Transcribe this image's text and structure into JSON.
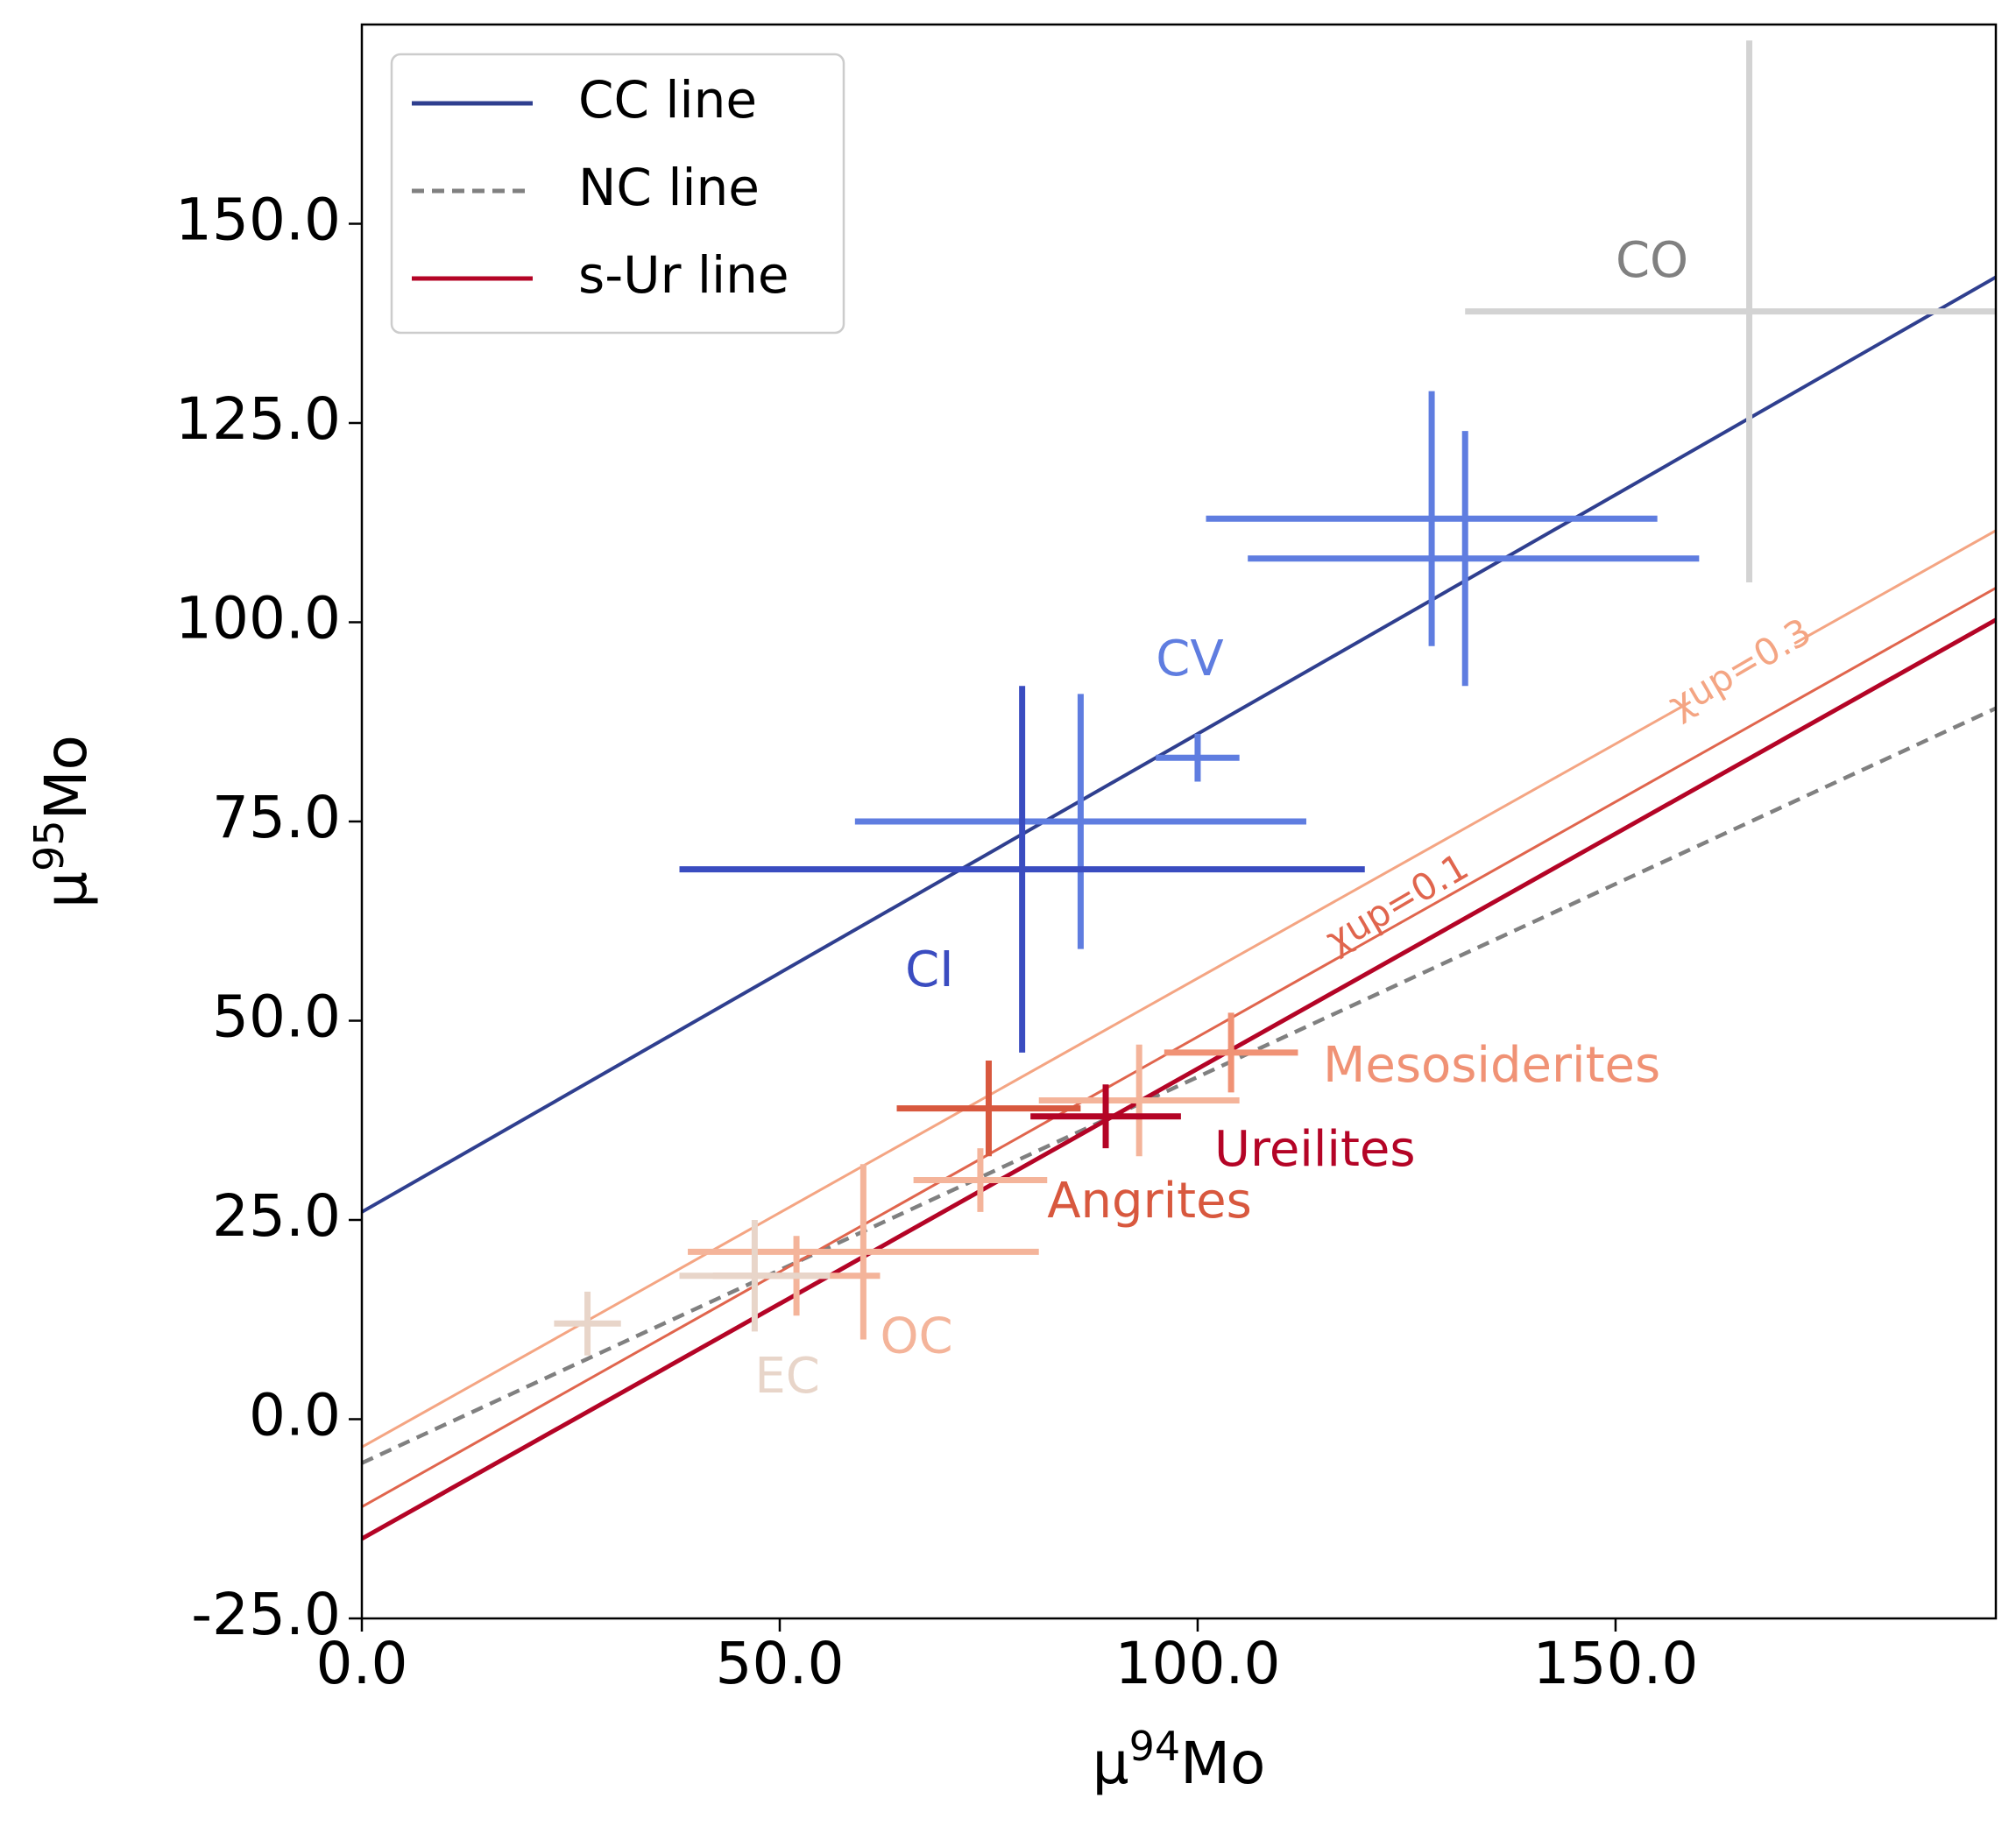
{
  "chart_data": {
    "type": "scatter",
    "title": "",
    "xlabel": {
      "base": "μ",
      "sup": "94",
      "tail": "Mo"
    },
    "ylabel": {
      "base": "μ",
      "sup": "95",
      "tail": "Mo"
    },
    "xlim": [
      0,
      195.5
    ],
    "ylim": [
      -25,
      175
    ],
    "xticks": [
      0,
      50,
      100,
      150
    ],
    "yticks": [
      -25,
      0,
      25,
      50,
      75,
      100,
      125,
      150
    ],
    "xtick_labels": [
      "0.0",
      "50.0",
      "100.0",
      "150.0"
    ],
    "ytick_labels": [
      "-25.0",
      "0.0",
      "25.0",
      "50.0",
      "75.0",
      "100.0",
      "125.0",
      "150.0"
    ],
    "grid": false,
    "legend": {
      "placement": "top-left",
      "entries": [
        {
          "label": "CC line",
          "color": "#2f3f8f",
          "dash": "solid"
        },
        {
          "label": "NC line",
          "color": "#808080",
          "dash": "dashed"
        },
        {
          "label": "s-Ur line",
          "color": "#b40426",
          "dash": "solid"
        }
      ]
    },
    "lines": [
      {
        "name": "CC line",
        "color": "#2f3f8f",
        "width": 4,
        "dash": "",
        "x": [
          0,
          195.5
        ],
        "y": [
          26,
          143.3
        ]
      },
      {
        "name": "NC line",
        "color": "#808080",
        "width": 4.5,
        "dash": "14,9",
        "x": [
          0,
          195.5
        ],
        "y": [
          -5.5,
          89.2
        ]
      },
      {
        "name": "s-Ur line",
        "color": "#b40426",
        "width": 5,
        "dash": "",
        "x": [
          0,
          195.5
        ],
        "y": [
          -15,
          100.3
        ]
      },
      {
        "name": "",
        "color": "#e0654d",
        "width": 3,
        "dash": "",
        "x": [
          0,
          195.5
        ],
        "y": [
          -11,
          104.3
        ]
      },
      {
        "name": "",
        "color": "#f4a583",
        "width": 3,
        "dash": "",
        "x": [
          0,
          195.5
        ],
        "y": [
          -3.5,
          111.5
        ]
      }
    ],
    "line_labels": [
      {
        "text": "χup=0.1",
        "x": 124,
        "y": 64.5,
        "color": "#e0654d",
        "angle_deg": -30.3
      },
      {
        "text": "χup=0.3",
        "x": 165,
        "y": 94,
        "color": "#f4a583",
        "angle_deg": -30.3
      }
    ],
    "points": [
      {
        "x": 166,
        "y": 139,
        "xerr": [
          34,
          29.5
        ],
        "yerr": [
          34,
          34
        ],
        "color": "#d3d3d3"
      },
      {
        "x": 128,
        "y": 113,
        "xerr": [
          27,
          27
        ],
        "yerr": [
          16,
          16
        ],
        "color": "#5f7de0"
      },
      {
        "x": 132,
        "y": 108,
        "xerr": [
          26,
          28
        ],
        "yerr": [
          16,
          16
        ],
        "color": "#5f7de0"
      },
      {
        "x": 100,
        "y": 83,
        "xerr": [
          5,
          5
        ],
        "yerr": [
          3,
          3
        ],
        "color": "#5f7de0"
      },
      {
        "x": 86,
        "y": 75,
        "xerr": [
          27,
          27
        ],
        "yerr": [
          16,
          16
        ],
        "color": "#5f7de0"
      },
      {
        "x": 79,
        "y": 69,
        "xerr": [
          41,
          41
        ],
        "yerr": [
          23,
          23
        ],
        "color": "#3a4cc0"
      },
      {
        "x": 104,
        "y": 46,
        "xerr": [
          8,
          8
        ],
        "yerr": [
          5,
          5
        ],
        "color": "#f09275"
      },
      {
        "x": 75,
        "y": 39,
        "xerr": [
          11,
          11
        ],
        "yerr": [
          6,
          6
        ],
        "color": "#d8583e"
      },
      {
        "x": 93,
        "y": 40,
        "xerr": [
          12,
          12
        ],
        "yerr": [
          7,
          7
        ],
        "color": "#f4b49a"
      },
      {
        "x": 89,
        "y": 38,
        "xerr": [
          9,
          9
        ],
        "yerr": [
          4,
          4
        ],
        "color": "#b40426"
      },
      {
        "x": 74,
        "y": 30,
        "xerr": [
          8,
          8
        ],
        "yerr": [
          4,
          4
        ],
        "color": "#f4b49a"
      },
      {
        "x": 60,
        "y": 21,
        "xerr": [
          21,
          21
        ],
        "yerr": [
          11,
          11
        ],
        "color": "#f4b49a"
      },
      {
        "x": 52,
        "y": 18,
        "xerr": [
          10,
          10
        ],
        "yerr": [
          5,
          5
        ],
        "color": "#f4b49a"
      },
      {
        "x": 47,
        "y": 18,
        "xerr": [
          9,
          9
        ],
        "yerr": [
          7,
          7
        ],
        "color": "#e8d5c9"
      },
      {
        "x": 27,
        "y": 12,
        "xerr": [
          4,
          4
        ],
        "yerr": [
          4,
          4
        ],
        "color": "#e8d5c9"
      }
    ],
    "annotations": [
      {
        "text": "CO",
        "x": 150,
        "y": 145,
        "color": "#808080"
      },
      {
        "text": "CV",
        "x": 95,
        "y": 95,
        "color": "#5f7de0"
      },
      {
        "text": "CI",
        "x": 65,
        "y": 56,
        "color": "#3a4cc0"
      },
      {
        "text": "Mesosiderites",
        "x": 115,
        "y": 44,
        "color": "#f09275"
      },
      {
        "text": "Ureilites",
        "x": 102,
        "y": 33.5,
        "color": "#b40426"
      },
      {
        "text": "Angrites",
        "x": 82,
        "y": 27,
        "color": "#d8583e"
      },
      {
        "text": "OC",
        "x": 62,
        "y": 10,
        "color": "#f4b49a"
      },
      {
        "text": "EC",
        "x": 47,
        "y": 5,
        "color": "#e8d5c9"
      }
    ]
  }
}
